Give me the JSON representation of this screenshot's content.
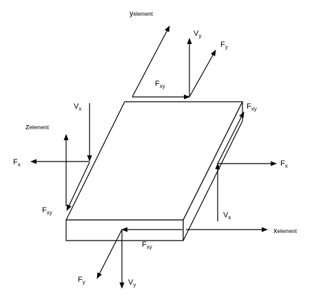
{
  "diagram": {
    "labels": {
      "y_axis": {
        "main": "y",
        "sub": "element"
      },
      "z_axis": {
        "main": "z",
        "sub": "element"
      },
      "x_axis": {
        "main": "x",
        "sub": "element"
      },
      "vy_top": {
        "main": "V",
        "sub": "y"
      },
      "fy_top": {
        "main": "F",
        "sub": "y"
      },
      "fxy_top": {
        "main": "F",
        "sub": "xy"
      },
      "fxy_right": {
        "main": "F",
        "sub": "xy"
      },
      "vx_left": {
        "main": "V",
        "sub": "x"
      },
      "fx_left": {
        "main": "F",
        "sub": "x"
      },
      "fx_right": {
        "main": "F",
        "sub": "x"
      },
      "fxy_left": {
        "main": "F",
        "sub": "xy"
      },
      "vx_right": {
        "main": "V",
        "sub": "x"
      },
      "fxy_bottom": {
        "main": "F",
        "sub": "xy"
      },
      "fy_bottom": {
        "main": "F",
        "sub": "y"
      },
      "vy_bottom": {
        "main": "V",
        "sub": "y"
      }
    }
  }
}
